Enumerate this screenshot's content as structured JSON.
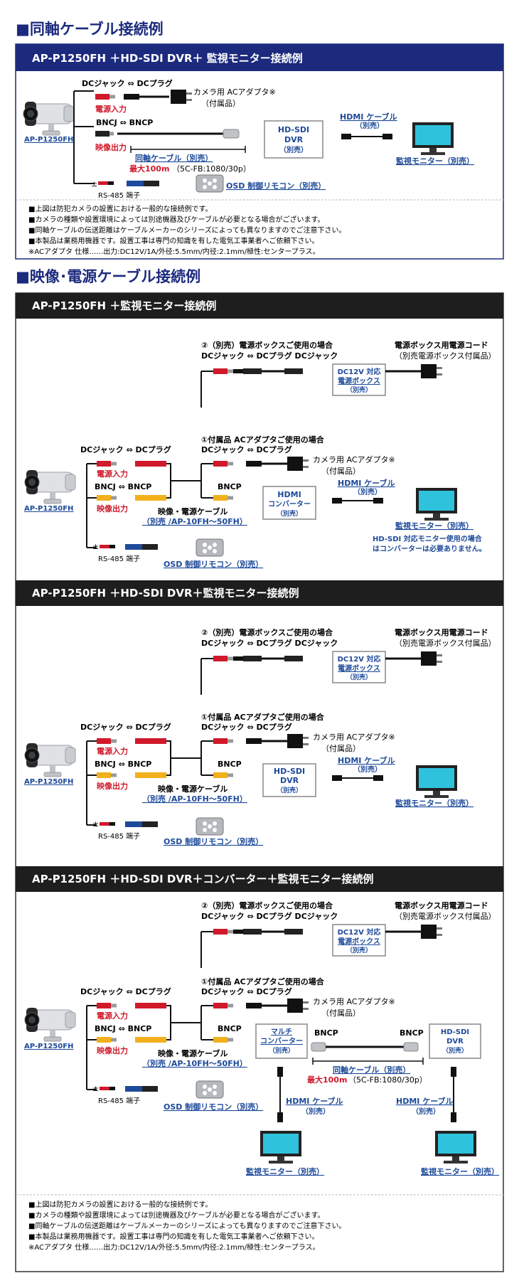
{
  "sections": {
    "coax": {
      "title": "■同軸ケーブル接続例"
    },
    "power": {
      "title": "■映像･電源ケーブル接続例"
    }
  },
  "panels": {
    "p1_title": "AP-P1250FH ＋HD-SDI DVR＋ 監視モニター接続例",
    "p2_title": "AP-P1250FH ＋監視モニター接続例",
    "p3_title": "AP-P1250FH ＋HD-SDI DVR＋監視モニター接続例",
    "p4_title": "AP-P1250FH ＋HD-SDI DVR＋コンバーター＋監視モニター接続例"
  },
  "labels": {
    "camera": "AP-P1250FH",
    "dc_jack_plug": "DCジャック ⇔ DCプラグ",
    "bncj_bncp": "BNCJ ⇔ BNCP",
    "power_in": "電源入力",
    "video_out": "映像出力",
    "rs485": "RS-485 端子",
    "pm": "±",
    "osd_remote": "OSD 制御リモコン（別売）",
    "ac_adapter": "カメラ用 ACアダプタ※",
    "included": "（付属品）",
    "coax_cable": "同軸ケーブル（別売）",
    "max100": "最大100m",
    "coax_spec": "（5C-FB:1080/30p）",
    "hd_sdi": "HD-SDI",
    "dvr": "DVR",
    "sold_sep": "（別売）",
    "hdmi_cable": "HDMI ケーブル",
    "monitor": "監視モニター（別売）",
    "opt2_title": "②（別売）電源ボックスご使用の場合",
    "dc_jack_plug_jack": "DCジャック ⇔ DCプラグ DCジャック",
    "power_cord": "電源ボックス用電源コード",
    "power_cord_sub": "（別売電源ボックス付属品）",
    "dc12v": "DC12V 対応",
    "power_box": "電源ボックス",
    "opt1_title": "①付属品 ACアダプタご使用の場合",
    "bncp": "BNCP",
    "video_power_cable": "映像・電源ケーブル",
    "video_power_model": "（別売 /AP-10FH～50FH）",
    "hdmi": "HDMI",
    "converter": "コンバーター",
    "hdsdi_note1": "HD-SDI 対応モニター使用の場合",
    "hdsdi_note2": "はコンバーターは必要ありません。",
    "multi": "マルチ"
  },
  "notes": [
    "■上図は防犯カメラの設置における一般的な接続例です。",
    "■カメラの種類や設置環境によっては別途機器及びケーブルが必要となる場合がございます。",
    "■同軸ケーブルの伝送距離はケーブルメーカーのシリーズによっても異なりますのでご注意下さい。",
    "■本製品は業務用機器です。設置工事は専門の知識を有した電気工事業者へご依頼下さい。",
    "※ACアダプタ 仕様……出力:DC12V/1A/外径:5.5mm/内径:2.1mm/極性:センタープラス。"
  ],
  "colors": {
    "navy": "#1c2a7e",
    "dark": "#1e1e1e",
    "red": "#d0192a",
    "blue": "#1d4a9a",
    "yellow": "#f2b01c",
    "screen": "#2fc2dd"
  }
}
